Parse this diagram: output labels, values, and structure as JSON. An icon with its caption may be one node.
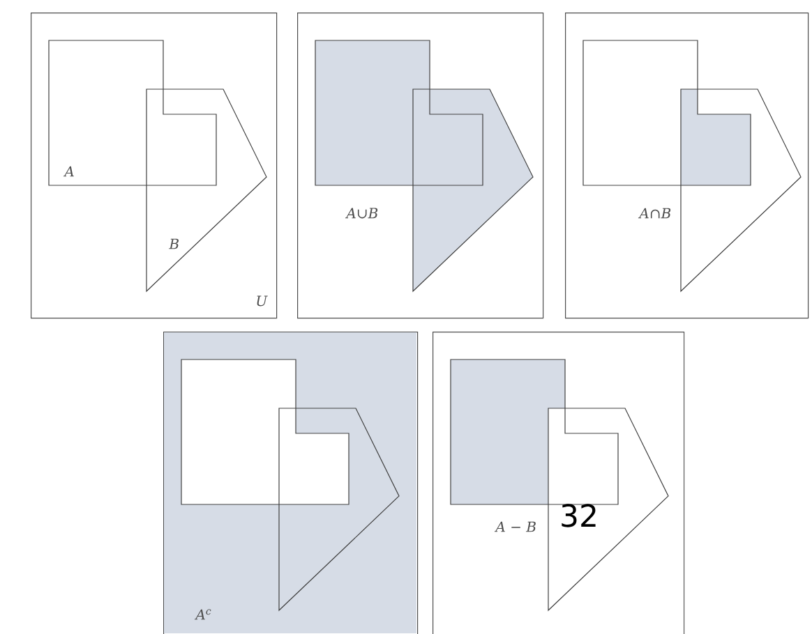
{
  "diagram": {
    "nodes": [
      {
        "text": [
          "A",
          "B",
          "U"
        ]
      },
      {
        "text": [
          "A∪B"
        ]
      },
      {
        "text": [
          "A∩B"
        ]
      },
      {
        "text": [
          "A$^{c}$"
        ]
      },
      {
        "text": [
          "A − B"
        ]
      }
    ],
    "labels": [
      "32"
    ]
  }
}
